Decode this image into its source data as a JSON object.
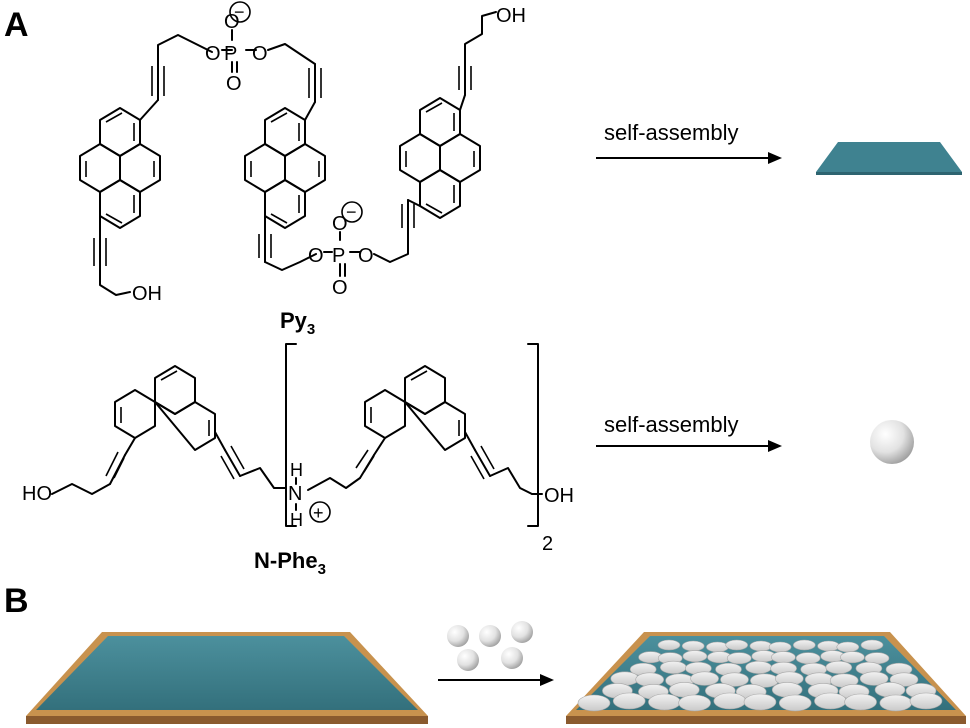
{
  "panels": {
    "a_label": "A",
    "b_label": "B"
  },
  "atoms": {
    "oh": "OH",
    "ho": "HO",
    "o": "O",
    "p": "P",
    "n": "N",
    "h": "H",
    "minus": "−",
    "plus": "+",
    "repeat_index": "2"
  },
  "py3": {
    "name_main": "Py",
    "name_sub": "3"
  },
  "nphe3": {
    "name_main": "N-Phe",
    "name_sub": "3"
  },
  "arrows": {
    "py3_label": "self-assembly",
    "nphe3_label": "self-assembly"
  },
  "colors": {
    "sheet_teal": "#3f8290",
    "sheet_dark": "#2d6470",
    "sheet_frame": "#8a5a2e",
    "sheet_frame_light": "#c8924e",
    "sphere_light": "#f4f4f4",
    "sphere_dark": "#9a9a9a",
    "ink": "#000000"
  }
}
